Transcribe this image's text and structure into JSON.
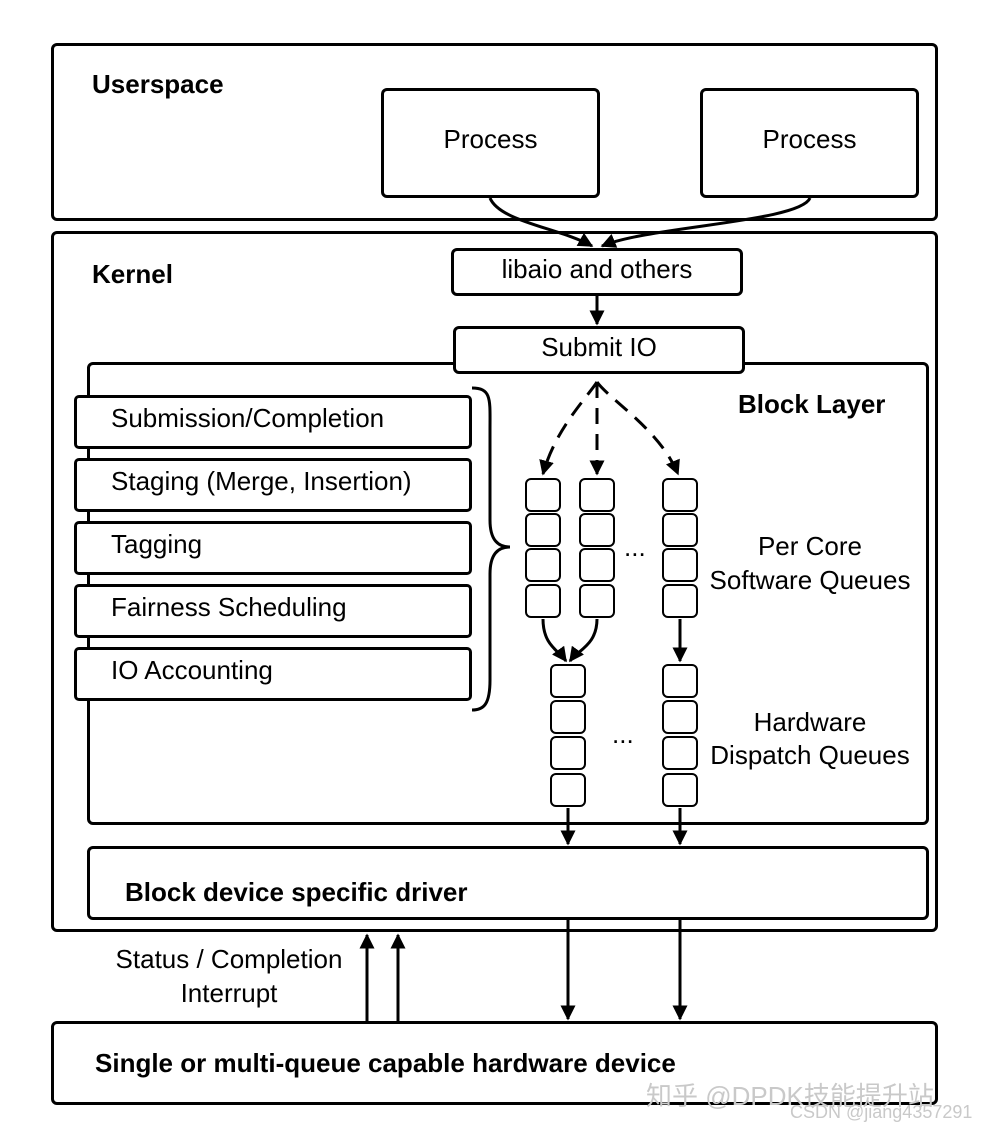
{
  "userspace": {
    "title": "Userspace",
    "processes": [
      "Process",
      "Process"
    ]
  },
  "kernel": {
    "title": "Kernel",
    "libaio": "libaio and others",
    "submit_io": "Submit IO",
    "block_layer": {
      "title": "Block Layer",
      "stages": [
        "Submission/Completion",
        "Staging (Merge, Insertion)",
        "Tagging",
        "Fairness Scheduling",
        "IO Accounting"
      ],
      "software_queues_label": [
        "Per Core",
        "Software Queues"
      ],
      "hardware_queues_label": [
        "Hardware",
        "Dispatch Queues"
      ],
      "ellipsis": "..."
    },
    "driver": "Block device specific driver"
  },
  "interrupt_label": [
    "Status / Completion",
    "Interrupt"
  ],
  "hardware_device": "Single or multi-queue capable hardware device",
  "watermarks": {
    "zhihu": "知乎 @DPDK技能提升站",
    "csdn": "CSDN @jiang4357291"
  }
}
